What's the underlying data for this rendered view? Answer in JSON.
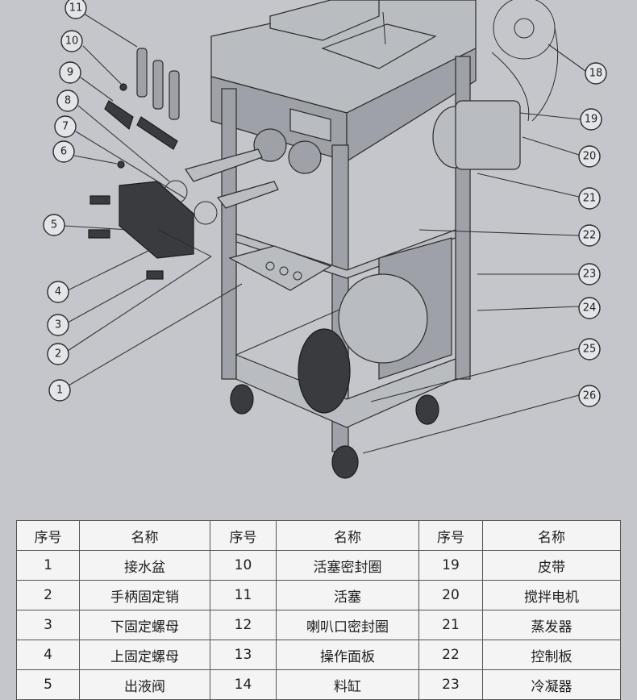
{
  "diagram": {
    "callouts": [
      "1",
      "2",
      "3",
      "4",
      "5",
      "6",
      "7",
      "8",
      "9",
      "10",
      "11",
      "18",
      "19",
      "20",
      "21",
      "22",
      "23",
      "24",
      "25",
      "26"
    ]
  },
  "table": {
    "headers": [
      "序号",
      "名称",
      "序号",
      "名称",
      "序号",
      "名称"
    ],
    "rows": [
      [
        "1",
        "接水盆",
        "10",
        "活塞密封圈",
        "19",
        "皮带"
      ],
      [
        "2",
        "手柄固定销",
        "11",
        "活塞",
        "20",
        "搅拌电机"
      ],
      [
        "3",
        "下固定螺母",
        "12",
        "喇叭口密封圈",
        "21",
        "蒸发器"
      ],
      [
        "4",
        "上固定螺母",
        "13",
        "操作面板",
        "22",
        "控制板"
      ],
      [
        "5",
        "出液阀",
        "14",
        "料缸",
        "23",
        "冷凝器"
      ]
    ]
  },
  "colors": {
    "background": "#c4c6cb",
    "table_bg": "#f4f4f5",
    "line": "#2b2b2b"
  }
}
